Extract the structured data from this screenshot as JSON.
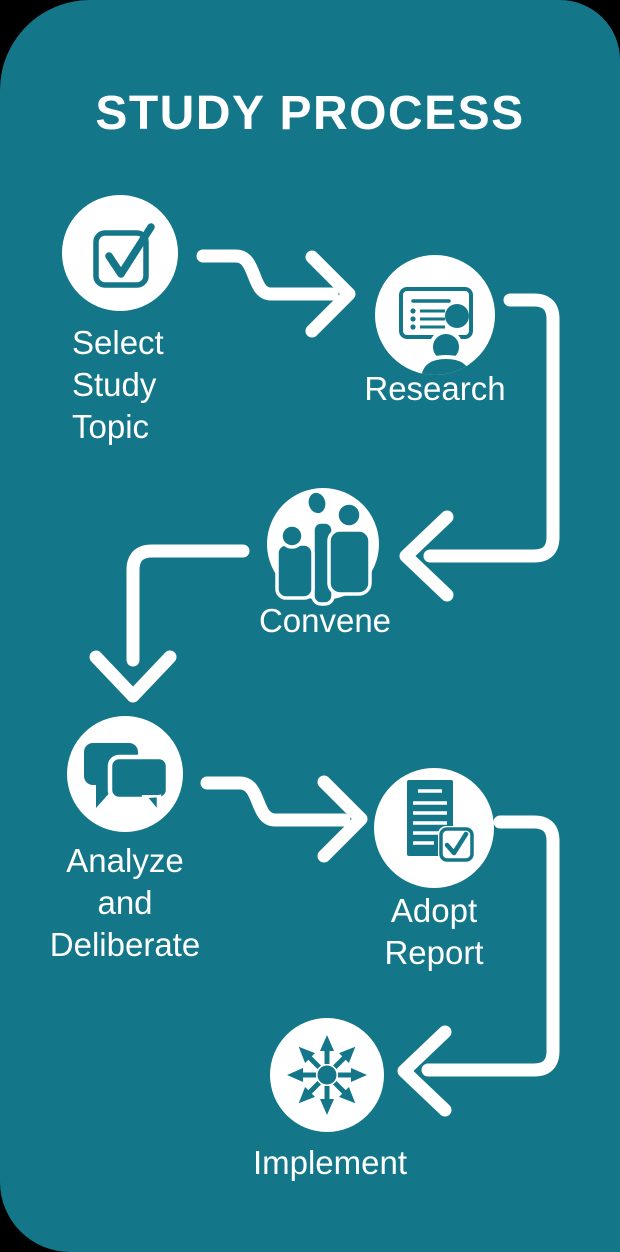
{
  "page": {
    "background": "#000000"
  },
  "card": {
    "title": "STUDY PROCESS",
    "background": "#137789",
    "text_color": "#ffffff",
    "arrow_color": "#ffffff"
  },
  "steps": [
    {
      "label": "Select\nStudy\nTopic",
      "icon": "checkbox-check-icon"
    },
    {
      "label": "Research",
      "icon": "presentation-person-icon"
    },
    {
      "label": "Convene",
      "icon": "people-group-icon"
    },
    {
      "label": "Analyze\nand\nDeliberate",
      "icon": "chat-bubbles-icon"
    },
    {
      "label": "Adopt\nReport",
      "icon": "report-checkmark-icon"
    },
    {
      "label": "Implement",
      "icon": "radiating-arrows-icon"
    }
  ],
  "flow": {
    "connector_count": 5,
    "sequence": [
      "Select Study Topic",
      "Research",
      "Convene",
      "Analyze and Deliberate",
      "Adopt Report",
      "Implement"
    ]
  }
}
